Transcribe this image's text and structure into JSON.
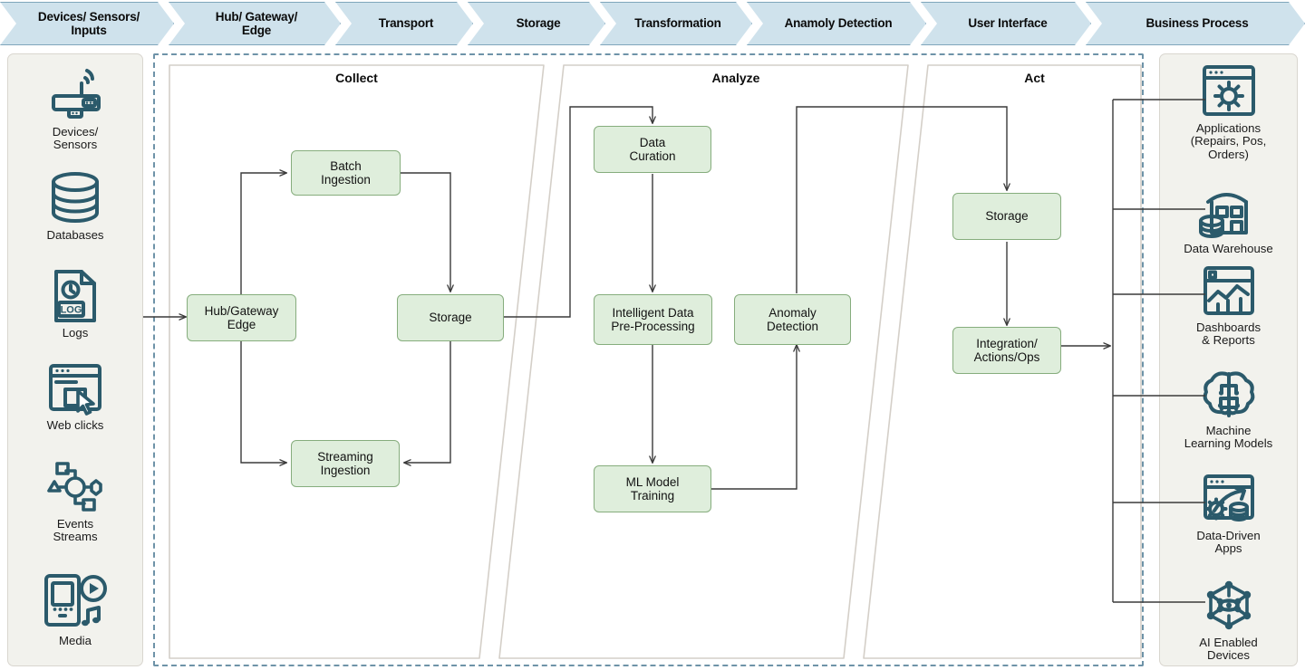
{
  "banner": {
    "steps": [
      {
        "label": "Devices/ Sensors/ Inputs",
        "lines": [
          "Devices/ Sensors/",
          "Inputs"
        ]
      },
      {
        "label": "Hub/ Gateway/ Edge",
        "lines": [
          "Hub/ Gateway/",
          "Edge"
        ]
      },
      {
        "label": "Transport",
        "lines": [
          "Transport"
        ]
      },
      {
        "label": "Storage",
        "lines": [
          "Storage"
        ]
      },
      {
        "label": "Transformation",
        "lines": [
          "Transformation"
        ]
      },
      {
        "label": "Anamoly Detection",
        "lines": [
          "Anamoly Detection"
        ]
      },
      {
        "label": "User Interface",
        "lines": [
          "User Interface"
        ]
      },
      {
        "label": "Business Process",
        "lines": [
          "Business Process"
        ]
      }
    ]
  },
  "left_panel": {
    "items": [
      {
        "icon": "router-antenna-icon",
        "lines": [
          "Devices/",
          "Sensors"
        ]
      },
      {
        "icon": "database-cylinder-icon",
        "lines": [
          "Databases"
        ]
      },
      {
        "icon": "log-file-icon",
        "lines": [
          "Logs"
        ]
      },
      {
        "icon": "web-click-cursor-icon",
        "lines": [
          "Web clicks"
        ]
      },
      {
        "icon": "event-stream-nodes-icon",
        "lines": [
          "Events",
          "Streams"
        ]
      },
      {
        "icon": "media-player-icon",
        "lines": [
          "Media"
        ]
      }
    ]
  },
  "right_panel": {
    "items": [
      {
        "icon": "application-gear-window-icon",
        "lines": [
          "Applications",
          "(Repairs, Pos,",
          "Orders)"
        ]
      },
      {
        "icon": "data-warehouse-icon",
        "lines": [
          "Data Warehouse"
        ]
      },
      {
        "icon": "dashboard-chart-icon",
        "lines": [
          "Dashboards",
          "& Reports"
        ]
      },
      {
        "icon": "brain-circuit-icon",
        "lines": [
          "Machine",
          "Learning Models"
        ]
      },
      {
        "icon": "data-driven-app-icon",
        "lines": [
          "Data-Driven",
          "Apps"
        ]
      },
      {
        "icon": "ai-network-eye-icon",
        "lines": [
          "AI Enabled",
          "Devices"
        ]
      }
    ]
  },
  "stages": [
    {
      "title": "Collect"
    },
    {
      "title": "Analyze"
    },
    {
      "title": "Act"
    }
  ],
  "nodes": {
    "batch_ingestion": [
      "Batch",
      "Ingestion"
    ],
    "hub_gateway_edge": [
      "Hub/Gateway",
      "Edge"
    ],
    "collect_storage": [
      "Storage"
    ],
    "streaming_ingestion": [
      "Streaming",
      "Ingestion"
    ],
    "data_curation": [
      "Data",
      "Curation"
    ],
    "intelligent_preprocessing": [
      "Intelligent Data",
      "Pre-Processing"
    ],
    "anomaly_detection": [
      "Anomaly",
      "Detection"
    ],
    "ml_model_training": [
      "ML Model",
      "Training"
    ],
    "act_storage": [
      "Storage"
    ],
    "integration_actions_ops": [
      "Integration/",
      "Actions/Ops"
    ]
  },
  "colors": {
    "chevron_fill": "#cfe2ec",
    "chevron_stroke": "#7fa6bb",
    "panel_fill": "#f2f2ed",
    "panel_stroke": "#d9d6cf",
    "node_fill": "#dfeedc",
    "node_stroke": "#86ad7d",
    "icon": "#2b5a6b",
    "dashed_border": "#6e93a8",
    "edge": "#3a3a3a"
  }
}
